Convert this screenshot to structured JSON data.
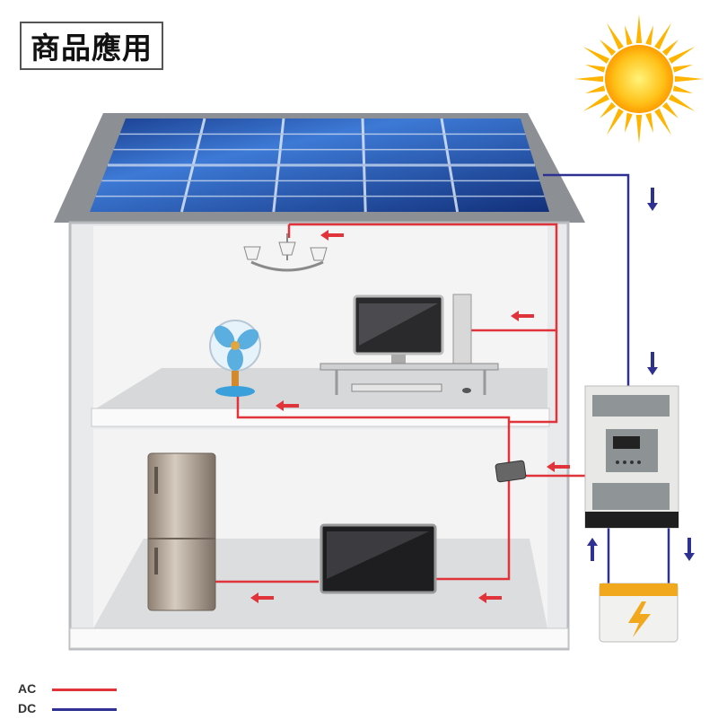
{
  "title": "商品應用",
  "legend": [
    {
      "label": "AC",
      "color": "#e0333a"
    },
    {
      "label": "DC",
      "color": "#2e3192"
    }
  ],
  "colors": {
    "ac": "#e0333a",
    "dc": "#2e3192",
    "panel": "#1f4fa8",
    "sun": "#ffb400"
  }
}
